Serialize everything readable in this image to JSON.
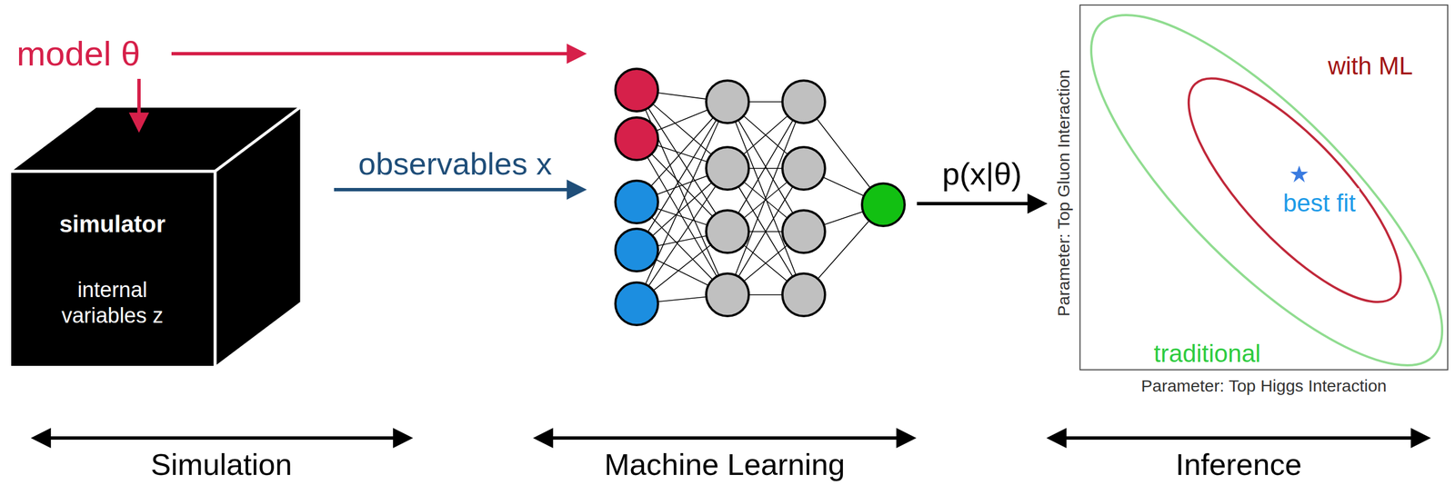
{
  "diagram": {
    "nodes": [
      {
        "text": [
          "simulator",
          "internal variables z"
        ]
      },
      {
        "text": [
          "with ML",
          "best fit",
          "traditional"
        ]
      }
    ],
    "labels": [
      "model θ",
      "observables x",
      "p(x|θ)",
      "Parameter: Top Gluon Interaction",
      "Parameter: Top Higgs Interaction",
      "Simulation",
      "Machine Learning",
      "Inference"
    ]
  }
}
